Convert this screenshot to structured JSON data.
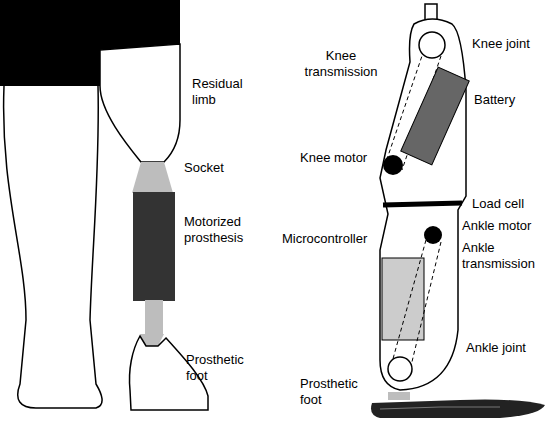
{
  "diagram": {
    "labels": [
      "Residual limb",
      "Socket",
      "Motorized prosthesis",
      "Prosthetic foot",
      "Knee joint",
      "Knee transmission",
      "Battery",
      "Knee motor",
      "Load cell",
      "Microcontroller",
      "Ankle motor",
      "Ankle transmission",
      "Ankle joint",
      "Prosthetic foot"
    ]
  }
}
